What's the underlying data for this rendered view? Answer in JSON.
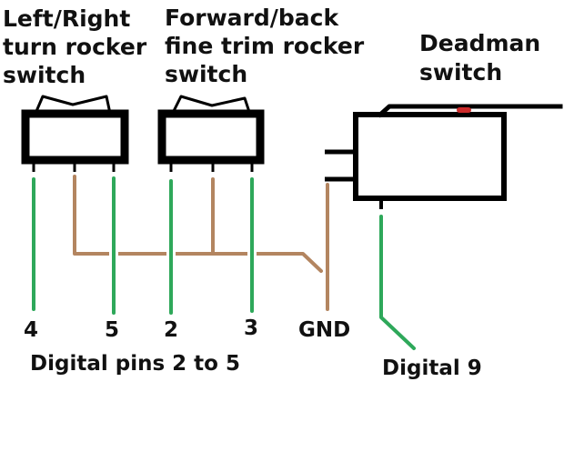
{
  "diagram": {
    "colors": {
      "outline": "#000000",
      "signal_wire": "#2ea85a",
      "ground_wire": "#b38560",
      "actuator_button": "#cc2a2a",
      "background": "#ffffff"
    },
    "components": [
      {
        "id": "lr-rocker",
        "type": "rocker-switch",
        "title_lines": [
          "Left/Right",
          "turn rocker",
          "switch"
        ],
        "pins": [
          "signal",
          "ground",
          "signal"
        ]
      },
      {
        "id": "fb-rocker",
        "type": "rocker-switch",
        "title_lines": [
          "Forward/back",
          "fine trim rocker",
          "switch"
        ],
        "pins": [
          "signal",
          "ground",
          "signal"
        ]
      },
      {
        "id": "deadman",
        "type": "micro-switch",
        "title_lines": [
          "Deadman",
          "switch"
        ],
        "pins": [
          "ground",
          "unused",
          "signal"
        ]
      }
    ],
    "pin_labels": {
      "pin4": "4",
      "pin5": "5",
      "pin2": "2",
      "pin3": "3",
      "gnd": "GND"
    },
    "captions": {
      "digital_pins": "Digital pins 2 to 5",
      "digital_9": "Digital 9"
    }
  }
}
